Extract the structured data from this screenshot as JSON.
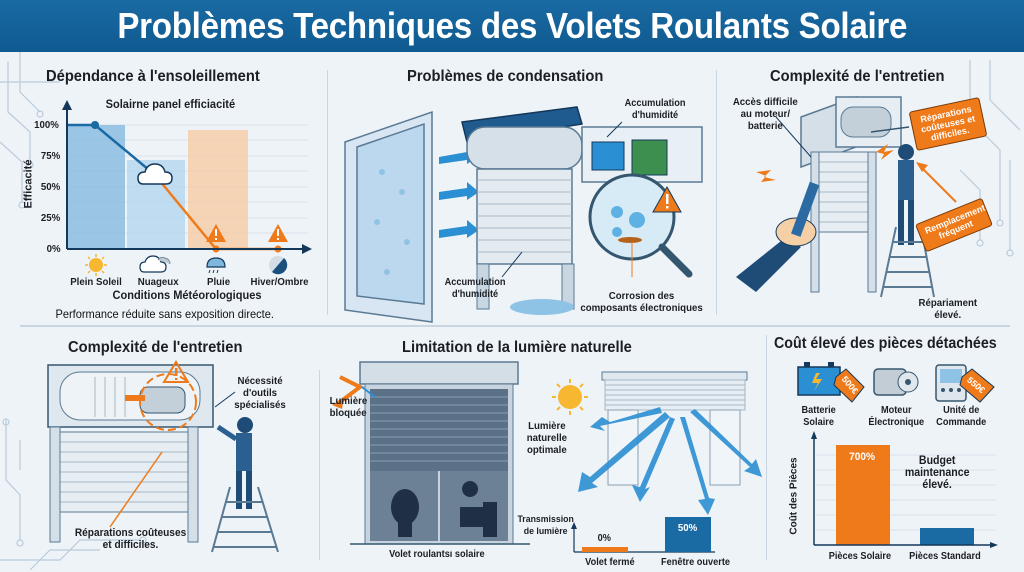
{
  "header": {
    "title": "Problèmes Techniques des Volets Roulants Solaire"
  },
  "panels": {
    "sunlight": {
      "title": "Dépendance à l'ensoleillement",
      "chart_title": "Solairne panel efficiacité",
      "ylabel": "Efficacité",
      "xlabel": "Conditions Météorologiques",
      "footer": "Performance réduite sans exposition directe.",
      "y_ticks": [
        "100%",
        "75%",
        "50%",
        "25%",
        "0%"
      ],
      "categories": [
        "Plein Soleil",
        "Nuageux",
        "Pluie",
        "Hiver/Ombre"
      ],
      "icons": [
        "sun-icon",
        "cloud-icon",
        "rain-icon",
        "half-moon-icon"
      ]
    },
    "condensation": {
      "title": "Problèmes de condensation",
      "label_top": "Accumulation d'humidité",
      "label_top_line1": "Accumulation",
      "label_top_line2": "d'humidité",
      "label_bottom_line1": "Accumulation",
      "label_bottom_line2": "d'humidité",
      "corrosion_line1": "Corrosion des",
      "corrosion_line2": "composants électroniques"
    },
    "maintenance_top": {
      "title": "Complexité de l'entretien",
      "access_line1": "Accès difficile",
      "access_line2": "au moteur/",
      "access_line3": "batterie",
      "tag_repairs": "Réparations coûteuses et difficiles.",
      "tag_replace": "Remplacement fréquent",
      "cost_line1": "Répariament",
      "cost_line2": "élevé."
    },
    "maintenance_bottom": {
      "title": "Complexité de l'entretien",
      "tools_line1": "Nécessité",
      "tools_line2": "d'outils",
      "tools_line3": "spécialisés",
      "repairs_line1": "Réparations coûteuses",
      "repairs_line2": "et difficiles."
    },
    "light": {
      "title": "Limitation de la lumière naturelle",
      "blocked_line1": "Lumière",
      "blocked_line2": "bloquée",
      "natural_line1": "Lumière",
      "natural_line2": "naturelle",
      "natural_line3": "optimale",
      "caption_left": "Volet roulantsı solaire",
      "transmission_line1": "Transmission",
      "transmission_line2": "de lumière",
      "bars": [
        {
          "label": "Volet fermé",
          "value_label": "0%",
          "color": "#ef7a1a"
        },
        {
          "label": "Fenêtre ouverte",
          "value_label": "50%",
          "color": "#1a6aa3"
        }
      ]
    },
    "parts_cost": {
      "title": "Coût élevé des pièces détachées",
      "parts": [
        {
          "name_line1": "Batterie",
          "name_line2": "Solaire",
          "price": "500€",
          "icon": "battery-icon"
        },
        {
          "name_line1": "Moteur",
          "name_line2": "Électronique",
          "price": "",
          "icon": "motor-icon"
        },
        {
          "name_line1": "Unité de",
          "name_line2": "Commande",
          "price": "550€",
          "icon": "control-unit-icon"
        }
      ],
      "ylabel": "Coût des Pièces",
      "note_line1": "Budget",
      "note_line2": "maintenance",
      "note_line3": "élevé.",
      "bars": [
        {
          "label": "Pièces Solaire",
          "value_label": "700%",
          "color": "#ef7a1a"
        },
        {
          "label": "Pièces Standard",
          "value_label": "",
          "color": "#1a6aa3"
        }
      ]
    }
  },
  "colors": {
    "header": "#135f98",
    "accent_orange": "#ef7a1a",
    "accent_blue": "#1a6aa3",
    "background": "#eef3f8"
  },
  "chart_data": [
    {
      "type": "line",
      "title": "Solairne panel efficiacité",
      "xlabel": "Conditions Météorologiques",
      "ylabel": "Efficacité",
      "categories": [
        "Plein Soleil",
        "Nuageux",
        "Pluie",
        "Hiver/Ombre"
      ],
      "values": [
        100,
        55,
        0,
        0
      ],
      "ylim": [
        0,
        100
      ],
      "y_ticks": [
        "0%",
        "25%",
        "50%",
        "75%",
        "100%"
      ],
      "grid": true
    },
    {
      "type": "bar",
      "title": "Transmission de lumière",
      "categories": [
        "Volet fermé",
        "Fenêtre ouverte"
      ],
      "values": [
        0,
        50
      ],
      "value_labels": [
        "0%",
        "50%"
      ]
    },
    {
      "type": "bar",
      "title": "Coût des Pièces",
      "ylabel": "Coût des Pièces",
      "categories": [
        "Pièces Solaire",
        "Pièces Standard"
      ],
      "values": [
        700,
        100
      ],
      "value_labels": [
        "700%",
        ""
      ],
      "annotation": "Budget maintenance élevé."
    }
  ]
}
